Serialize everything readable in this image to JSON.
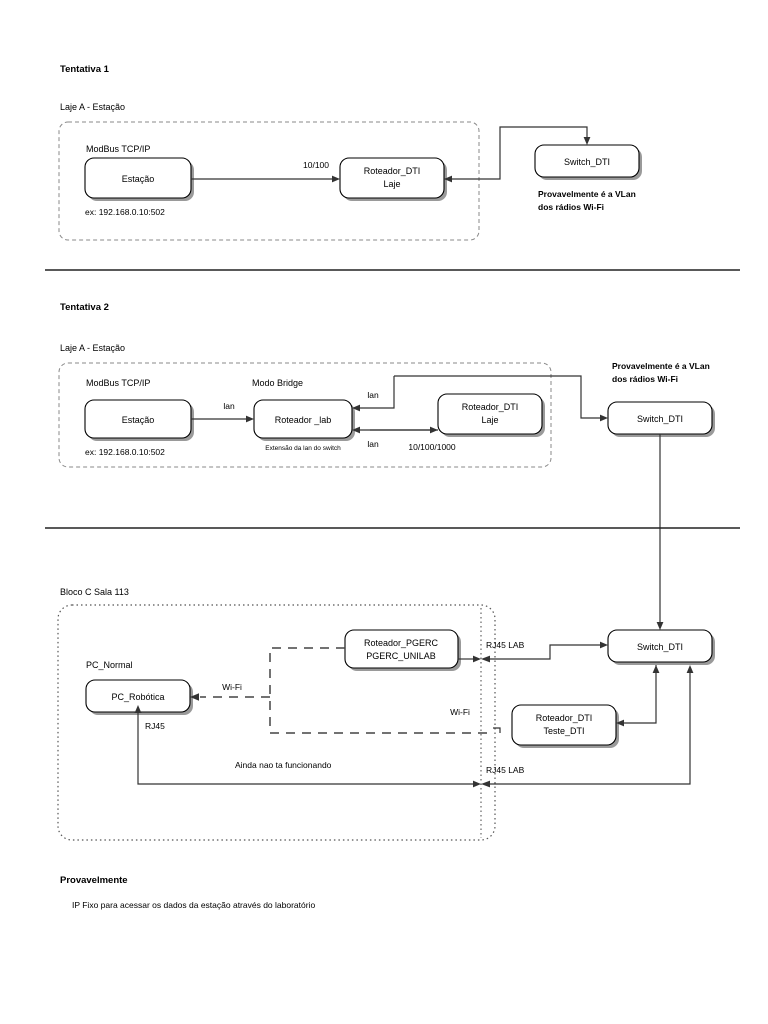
{
  "document": {
    "title": "Diagrama de rede - Tentativas de conexao",
    "background": "#ffffff",
    "line_color": "#333333",
    "zone_color": "#8a8a8a"
  },
  "sections": [
    {
      "id": "tentativa-1",
      "heading": "Tentativa 1",
      "zone_label": "Laje A - Estação",
      "group_label": "ModBus TCP/IP",
      "nodes": [
        {
          "id": "estacao-1",
          "label_line1": "Estação",
          "label_line2": ""
        },
        {
          "id": "roteador-dti-laje-1",
          "label_line1": "Roteador_DTI",
          "label_line2": "Laje"
        },
        {
          "id": "switch-dti-1",
          "label_line1": "Switch_DTI",
          "label_line2": ""
        }
      ],
      "captions": [
        {
          "id": "estacao-ip-1",
          "text": "ex: 192.168.0.10:502"
        }
      ],
      "edge_labels": [
        {
          "id": "speed-10-100",
          "text": "10/100"
        }
      ],
      "notes": [
        {
          "id": "vlan-note-1",
          "line1": "Provavelmente é a VLan",
          "line2": "dos rádios Wi-Fi"
        }
      ]
    },
    {
      "id": "tentativa-2",
      "heading": "Tentativa 2",
      "zone_label": "Laje A - Estação",
      "group_label": "ModBus TCP/IP",
      "bridge_label": "Modo Bridge",
      "nodes": [
        {
          "id": "estacao-2",
          "label_line1": "Estação",
          "label_line2": ""
        },
        {
          "id": "roteador-lab",
          "label_line1": "Roteador _lab",
          "label_line2": ""
        },
        {
          "id": "roteador-dti-laje-2",
          "label_line1": "Roteador_DTI",
          "label_line2": "Laje"
        },
        {
          "id": "switch-dti-2",
          "label_line1": "Switch_DTI",
          "label_line2": ""
        }
      ],
      "captions": [
        {
          "id": "estacao-ip-2",
          "text": "ex: 192.168.0.10:502"
        },
        {
          "id": "lan-extension",
          "text": "Extensão da lan do switch"
        }
      ],
      "edge_labels": [
        {
          "id": "lan-estacao",
          "text": "lan"
        },
        {
          "id": "lan-top",
          "text": "lan"
        },
        {
          "id": "lan-bottom",
          "text": "lan"
        },
        {
          "id": "speed-10-100-1000",
          "text": "10/100/1000"
        }
      ],
      "notes": [
        {
          "id": "vlan-note-2",
          "line1": "Provavelmente é a VLan",
          "line2": "dos rádios Wi-Fi"
        }
      ]
    },
    {
      "id": "bloco-c",
      "heading": "",
      "zone_label": "Bloco C Sala 113",
      "group_label": "PC_Normal",
      "nodes": [
        {
          "id": "pc-robotica",
          "label_line1": "PC_Robótica",
          "label_line2": ""
        },
        {
          "id": "roteador-pgerc",
          "label_line1": "Roteador_PGERC",
          "label_line2": "PGERC_UNILAB"
        },
        {
          "id": "roteador-dti-teste",
          "label_line1": "Roteador_DTI",
          "label_line2": "Teste_DTI"
        },
        {
          "id": "switch-dti-3",
          "label_line1": "Switch_DTI",
          "label_line2": ""
        }
      ],
      "edge_labels": [
        {
          "id": "wifi-upper",
          "text": "Wi-Fi"
        },
        {
          "id": "wifi-lower",
          "text": "Wi-Fi"
        },
        {
          "id": "rj45-pc",
          "text": "RJ45"
        },
        {
          "id": "rj45-lab-top",
          "text": "RJ45 LAB"
        },
        {
          "id": "rj45-lab-bottom",
          "text": "RJ45 LAB"
        },
        {
          "id": "not-working",
          "text": "Ainda nao ta funcionando"
        }
      ]
    }
  ],
  "footer": {
    "heading": "Provavelmente",
    "text": "IP Fixo para acessar os dados da estação através do laboratório"
  }
}
